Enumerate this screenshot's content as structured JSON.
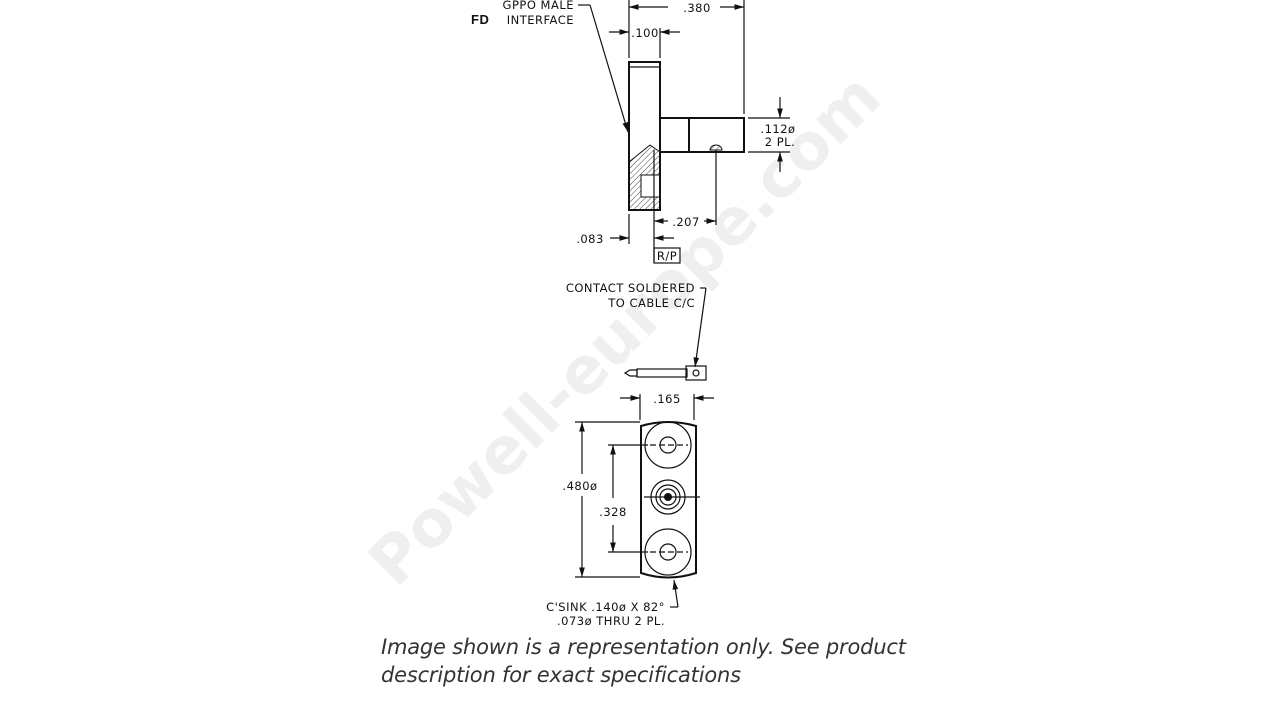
{
  "drawing": {
    "view_label": "FD",
    "interface_label": [
      "GPPO MALE",
      "INTERFACE"
    ],
    "dims": {
      "overall_length": ".380",
      "flange_thickness": ".100",
      "body_diameter": ".112ø",
      "body_diameter_note": "2 PL.",
      "contact_offset": ".207",
      "face_offset": ".083",
      "ref_plane": "R/P",
      "width": ".165",
      "flange_diameter": ".480ø",
      "hole_spacing": ".328"
    },
    "contact_note": [
      "CONTACT SOLDERED",
      "TO CABLE C/C"
    ],
    "csink_note": [
      "C'SINK .140ø X 82°",
      ".073ø THRU 2 PL."
    ],
    "watermark": "Powell-europe.com"
  },
  "caption": [
    "Image shown is a representation only. See product",
    "description for exact specifications"
  ]
}
